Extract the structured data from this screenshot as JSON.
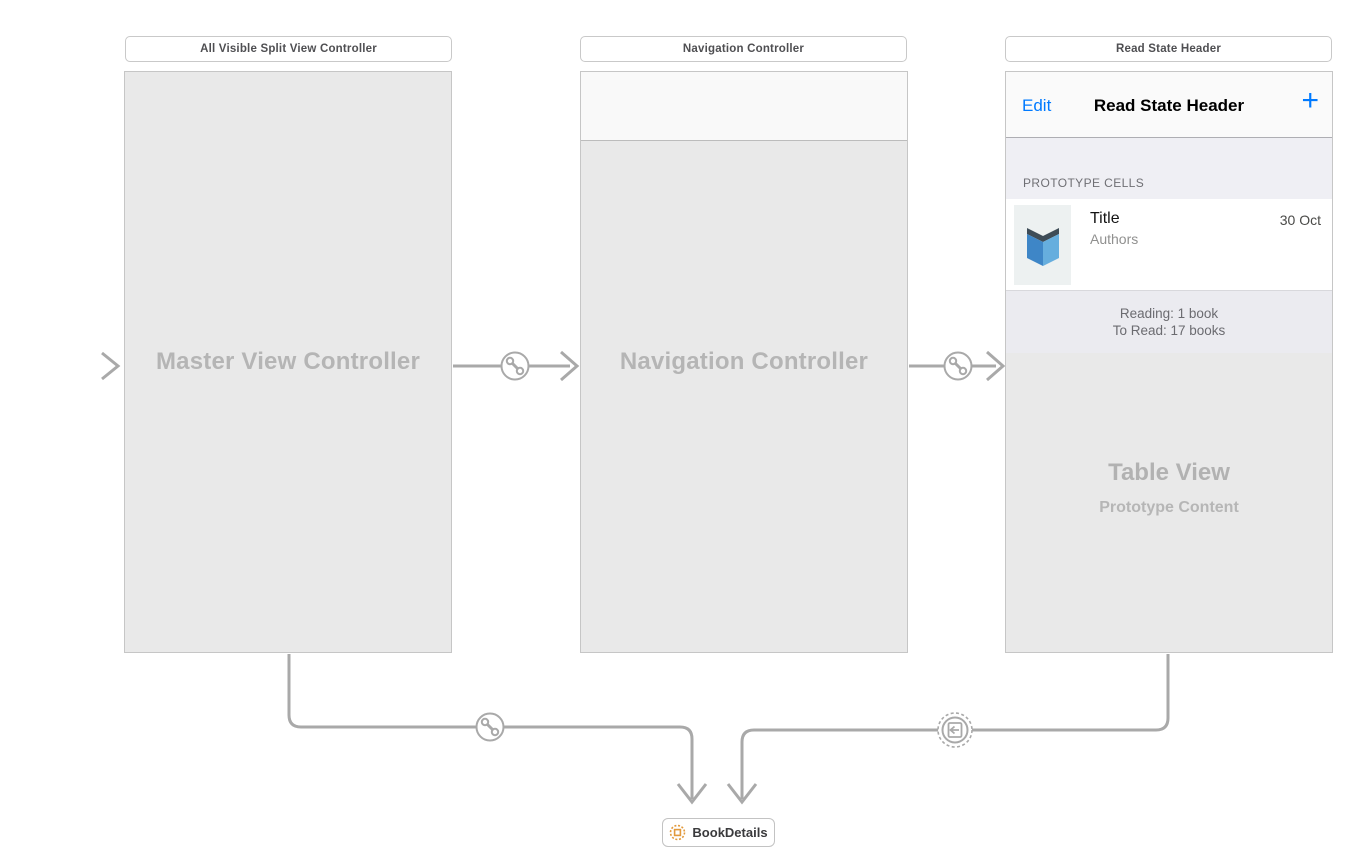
{
  "scenes": [
    {
      "title_bar": "All Visible Split View Controller",
      "placeholder_label": "Master View Controller"
    },
    {
      "title_bar": "Navigation Controller",
      "placeholder_label": "Navigation Controller"
    },
    {
      "title_bar": "Read State Header"
    }
  ],
  "detail_scene": {
    "nav": {
      "edit_button": "Edit",
      "title": "Read State Header",
      "add_button": "+"
    },
    "section_header": "PROTOTYPE CELLS",
    "cell": {
      "title": "Title",
      "subtitle": "Authors",
      "detail": "30 Oct",
      "icon": "book-icon"
    },
    "summary": [
      "Reading: 1 book",
      "To Read: 17 books"
    ],
    "table_placeholder": {
      "title": "Table View",
      "subtitle": "Prototype Content"
    }
  },
  "storyboard_reference": {
    "label": "BookDetails",
    "icon": "storyboard-reference-icon"
  },
  "segues": {
    "relationship_icon": "relationship-segue-icon",
    "reference_icon": "storyboard-reference-segue-icon"
  },
  "colors": {
    "ios_blue": "#007AFF",
    "reference_orange": "#E29A3C",
    "connector_gray": "#A9A9A9",
    "frame_gray": "#E9E9E9",
    "section_header_bg": "#EFEFF4",
    "summary_bg": "#EBEBF0"
  }
}
